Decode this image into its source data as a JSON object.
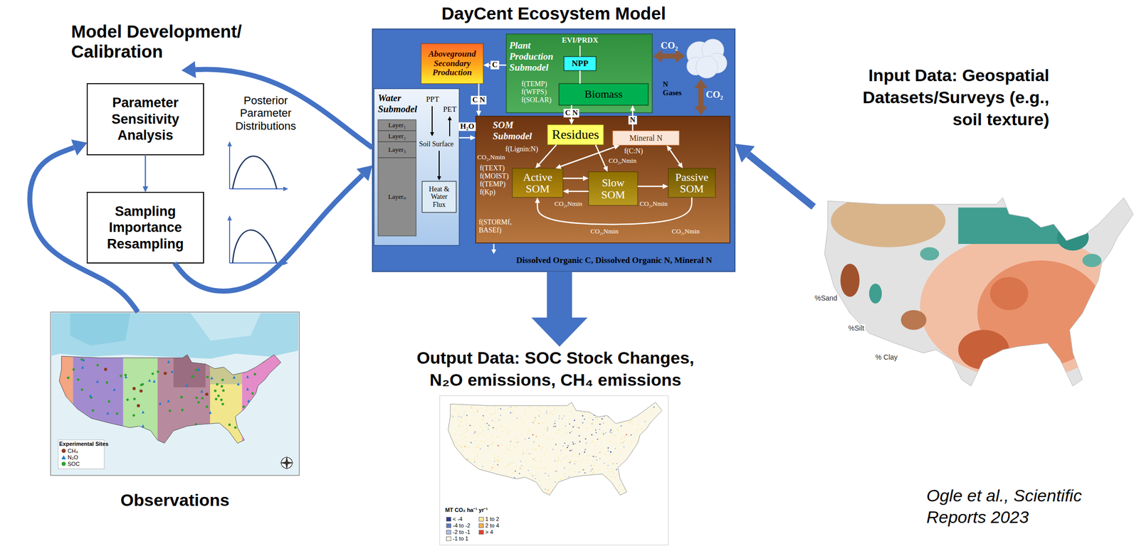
{
  "diagram": {
    "caption": "Ogle et al., Scientific Reports 2023",
    "nodes": [
      {
        "text": [
          "Parameter Sensitivity Analysis"
        ]
      },
      {
        "text": [
          "Sampling Importance Resampling"
        ]
      },
      {
        "text": [
          "Observations"
        ]
      },
      {
        "text": [
          "DayCent Ecosystem Model"
        ]
      },
      {
        "text": [
          "Aboveground Secondary Production"
        ],
        "in": 3
      },
      {
        "text": [
          "Plant Production Submodel",
          "EVI/PRDX",
          "f(TEMP) f(WFPS) f(SOLAR)"
        ],
        "in": 3
      },
      {
        "text": [
          "NPP"
        ],
        "in": 5
      },
      {
        "text": [
          "Biomass"
        ],
        "in": 5
      },
      {
        "text": [
          "Water Submodel"
        ],
        "in": 3
      },
      {
        "text": [
          "Layer₁"
        ],
        "in": 8
      },
      {
        "text": [
          "Layer₂"
        ],
        "in": 8
      },
      {
        "text": [
          "Layer₃"
        ],
        "in": 8
      },
      {
        "text": [
          "Layerₙ"
        ],
        "in": 8
      },
      {
        "text": [
          "Heat & Water Flux"
        ],
        "in": 8
      },
      {
        "text": [
          "SOM Submodel"
        ],
        "in": 3
      },
      {
        "text": [
          "Residues"
        ],
        "in": 14
      },
      {
        "text": [
          "Mineral N"
        ],
        "in": 14
      },
      {
        "text": [
          "Active SOM"
        ],
        "in": 14
      },
      {
        "text": [
          "Slow SOM"
        ],
        "in": 14
      },
      {
        "text": [
          "Passive SOM"
        ],
        "in": 14
      },
      {
        "text": [
          "Output Data: SOC Stock Changes, N₂O emissions, CH₄ emissions"
        ]
      },
      {
        "text": [
          "Input Data: Geospatial Datasets/Surveys (e.g., soil texture)"
        ]
      }
    ],
    "edges": [
      {
        "from": 0,
        "to": 1,
        "arrow": "to"
      },
      {
        "from": 1,
        "to": 3,
        "arrow": "to"
      },
      {
        "from": 2,
        "to": 0,
        "arrow": "to"
      },
      {
        "from": 21,
        "to": 3,
        "arrow": "to"
      },
      {
        "from": 3,
        "to": 20,
        "arrow": "to"
      },
      {
        "from": 5,
        "to": 4,
        "label": "C",
        "arrow": "to"
      },
      {
        "from": 4,
        "to": 14,
        "label": "C N",
        "arrow": "to"
      },
      {
        "from": 7,
        "to": 15,
        "label": "C N",
        "arrow": "to"
      },
      {
        "from": 16,
        "to": 7,
        "label": "N",
        "arrow": "to"
      },
      {
        "from": 6,
        "to": 7,
        "arrow": "none"
      },
      {
        "from": 8,
        "to": 14,
        "label": "H₂O",
        "arrow": "to"
      },
      {
        "from": 15,
        "to": 17,
        "arrow": "to"
      },
      {
        "from": 15,
        "to": 18,
        "arrow": "to"
      },
      {
        "from": 17,
        "to": 18,
        "arrow": "to"
      },
      {
        "from": 18,
        "to": 17,
        "arrow": "to"
      },
      {
        "from": 18,
        "to": 19,
        "arrow": "to"
      },
      {
        "from": 19,
        "to": 17,
        "arrow": "to"
      },
      {
        "from": 16,
        "to": 17,
        "arrow": "both"
      },
      {
        "from": 16,
        "to": 19,
        "arrow": "both"
      }
    ],
    "labels": [
      "Model Development/ Calibration",
      "Posterior Parameter Distributions",
      "PPT",
      "PET",
      "Soil Surface",
      "CO₂",
      "N Gases",
      "CO₂",
      "f(Lignin:N)",
      "f(C:N)",
      "CO₂,Nmin",
      "CO₂,Nmin",
      "f(TEXT) f(MOIST) f(TEMP) f(Kp)",
      "CO₂,Nmin",
      "CO₂,Nmin",
      "CO₂,Nmin",
      "CO₂,Nmin",
      "f(STORMf, BASEf)",
      "Dissolved Organic C, Dissolved Organic N, Mineral N",
      "Experimental Sites",
      "MT CO₂ ha⁻¹ yr⁻¹",
      "%Sand",
      "%Silt",
      "% Clay"
    ],
    "legend": [
      {
        "text": "CH₄"
      },
      {
        "text": "N₂O"
      },
      {
        "text": "SOC"
      },
      {
        "text": "< -4",
        "color": "#2c3e94"
      },
      {
        "text": "-4 to -2",
        "color": "#5b7bc4"
      },
      {
        "text": "-2 to -1",
        "color": "#a9bde6"
      },
      {
        "text": "-1 to 1",
        "color": "#fbf8e6"
      },
      {
        "text": "1 to 2",
        "color": "#fde89a"
      },
      {
        "text": "2 to 4",
        "color": "#f9ae4f"
      },
      {
        "text": "> 4",
        "color": "#e0412a"
      }
    ]
  }
}
